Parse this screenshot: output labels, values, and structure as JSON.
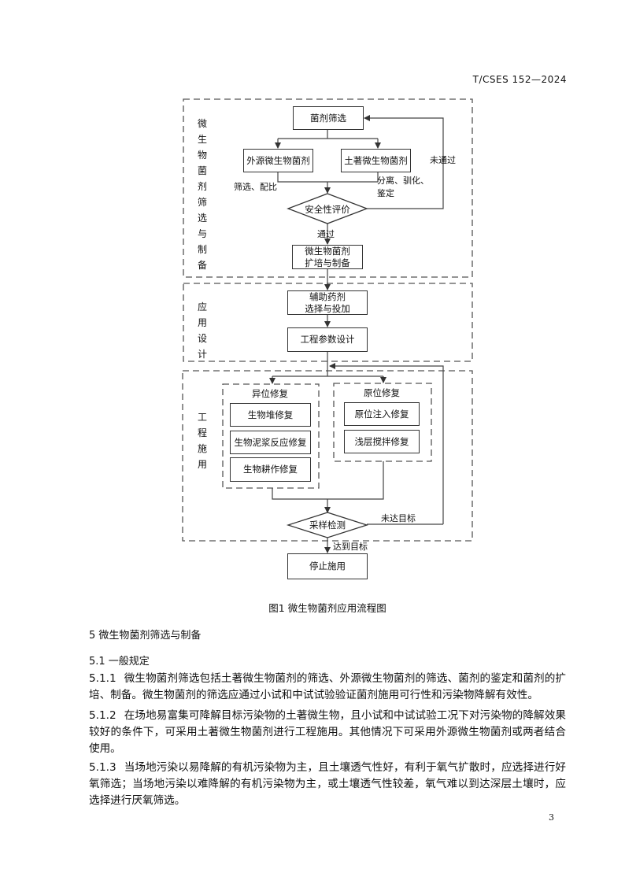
{
  "header": {
    "doc_number": "T/CSES 152—2024"
  },
  "figure": {
    "caption": "图1   微生物菌剂应用流程图",
    "sections": {
      "screening": "微生物菌剂筛选与制备",
      "design": "应用设计",
      "application": "工程施用"
    },
    "nodes": {
      "screen": "菌剂筛选",
      "exogenous": "外源微生物菌剂",
      "indigenous": "土著微生物菌剂",
      "safety": "安全性评价",
      "expand_line1": "微生物菌剂",
      "expand_line2": "扩培与制备",
      "aux_line1": "辅助药剂",
      "aux_line2": "选择与投加",
      "params": "工程参数设计",
      "exsitu_title": "异位修复",
      "exsitu_items": [
        "生物堆修复",
        "生物泥浆反应修复",
        "生物耕作修复"
      ],
      "insitu_title": "原位修复",
      "insitu_items": [
        "原位注入修复",
        "浅层搅拌修复"
      ],
      "sampling": "采样检测",
      "stop": "停止施用"
    },
    "edge_labels": {
      "screen_ratio": "筛选、配比",
      "isolate_line1": "分离、驯化、",
      "isolate_line2": "鉴定",
      "fail": "未通过",
      "pass": "通过",
      "not_reached": "未达目标",
      "reached": "达到目标"
    }
  },
  "body": {
    "section_heading": "5   微生物菌剂筛选与制备",
    "subsection_heading": "5.1   一般规定",
    "paragraphs": [
      {
        "num": "5.1.1",
        "text": "微生物菌剂筛选包括土著微生物菌剂的筛选、外源微生物菌剂的筛选、菌剂的鉴定和菌剂的扩培、制备。微生物菌剂的筛选应通过小试和中试试验验证菌剂施用可行性和污染物降解有效性。"
      },
      {
        "num": "5.1.2",
        "text": "在场地易富集可降解目标污染物的土著微生物，且小试和中试试验工况下对污染物的降解效果较好的条件下，可采用土著微生物菌剂进行工程施用。其他情况下可采用外源微生物菌剂或两者结合使用。"
      },
      {
        "num": "5.1.3",
        "text": "当场地污染以易降解的有机污染物为主，且土壤透气性好，有利于氧气扩散时，应选择进行好氧筛选；当场地污染以难降解的有机污染物为主，或土壤透气性较差，氧气难以到达深层土壤时，应选择进行厌氧筛选。"
      }
    ]
  },
  "footer": {
    "page_number": "3"
  }
}
